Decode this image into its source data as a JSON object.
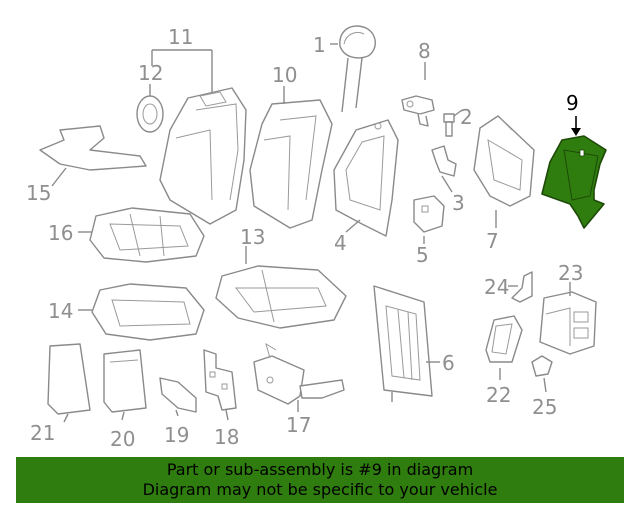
{
  "labels": {
    "p1": "1",
    "p2": "2",
    "p3": "3",
    "p4": "4",
    "p5": "5",
    "p6": "6",
    "p7": "7",
    "p8": "8",
    "p9": "9",
    "p10": "10",
    "p11": "11",
    "p12": "12",
    "p13": "13",
    "p14": "14",
    "p15": "15",
    "p16": "16",
    "p17": "17",
    "p18": "18",
    "p19": "19",
    "p20": "20",
    "p21": "21",
    "p22": "22",
    "p23": "23",
    "p24": "24",
    "p25": "25"
  },
  "highlight_color": "#2f7d0f",
  "banner": {
    "line1": "Part or sub-assembly is #9 in diagram",
    "line2": "Diagram may not be specific to your vehicle"
  }
}
